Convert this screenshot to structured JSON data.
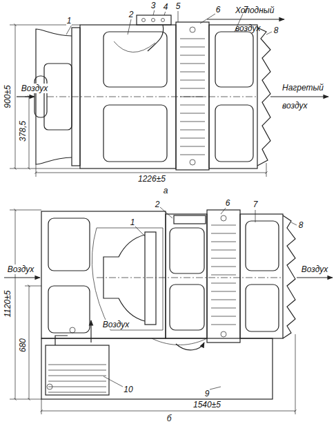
{
  "diagram": {
    "labels": [
      "1",
      "2",
      "3",
      "4",
      "5",
      "6",
      "7",
      "8",
      "Холодный воздух",
      "Воздух",
      "Нагретый воздух",
      "900±5",
      "378,5",
      "1226±5",
      "а",
      "1",
      "2",
      "6",
      "7",
      "8",
      "Воздух",
      "Воздух",
      "1120±5",
      "680",
      "Воздух",
      "10",
      "9",
      "1540±5",
      "б"
    ]
  }
}
